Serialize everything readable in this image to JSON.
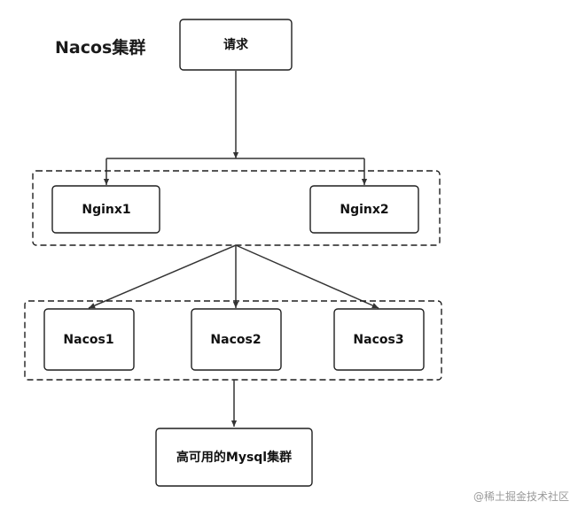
{
  "title": "Nacos集群",
  "nodes": {
    "request": "请求",
    "nginx1": "Nginx1",
    "nginx2": "Nginx2",
    "nacos1": "Nacos1",
    "nacos2": "Nacos2",
    "nacos3": "Nacos3",
    "mysql": "高可用的Mysql集群"
  },
  "watermark": "@稀土掘金技术社区"
}
